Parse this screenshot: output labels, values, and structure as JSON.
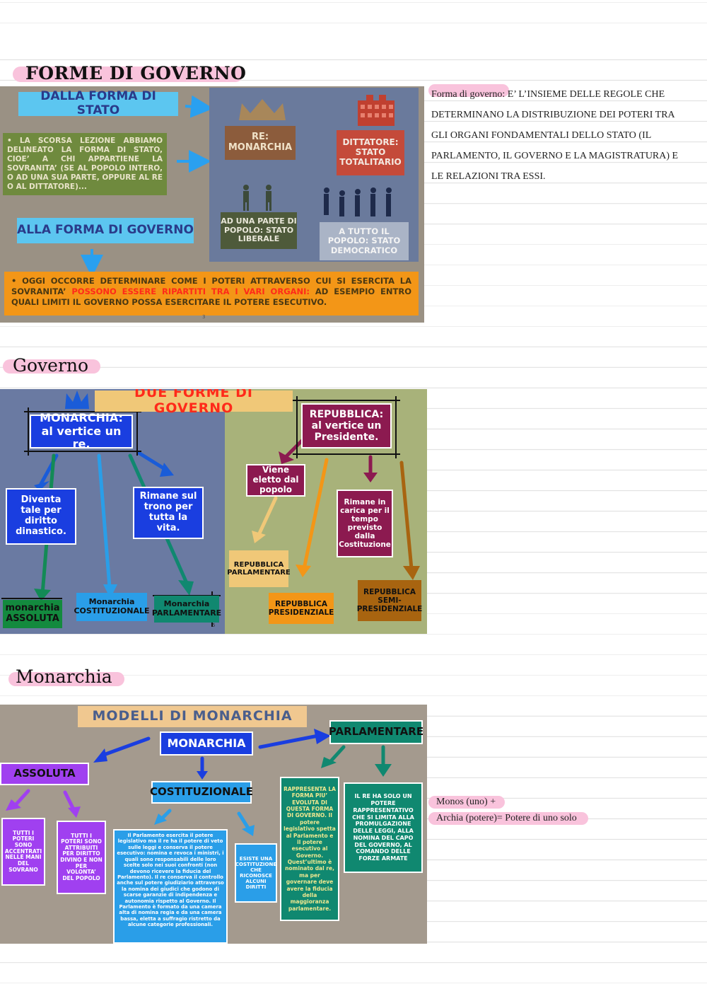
{
  "headings": {
    "h1": "FORME DI GOVERNO",
    "h2": "Governo",
    "h3": "Monarchia"
  },
  "notes": {
    "definition_term": "Forma di governo:",
    "definition_lines": [
      "E’ L’INSIEME DELLE REGOLE CHE",
      "DETERMINANO LA DISTRIBUZIONE DEI POTERI TRA",
      "GLI ORGANI FONDAMENTALI DELLO STATO (IL",
      "PARLAMENTO, IL GOVERNO E LA MAGISTRATURA) E",
      "LE RELAZIONI TRA ESSI."
    ],
    "etym1": "Monos (uno) +",
    "etym2": "Archia (potere)= Potere di uno solo"
  },
  "slide1": {
    "dalla": "DALLA FORMA DI STATO",
    "intro": "• La scorsa lezione abbiamo delineato LA FORMA DI STATO, CIOE’ A CHI APPARTIENE LA SOVRANITA’ (SE AL POPOLO INTERO, O AD UNA SUA PARTE, OPPURE AL RE O AL DITTATORE)...",
    "re": "RE: MONARCHIA",
    "dittatore": "DITTATORE: STATO TOTALITARIO",
    "parte": "AD UNA PARTE DI POPOLO: STATO LIBERALE",
    "tutto": "A TUTTO IL POPOLO: STATO DEMOCRATICO",
    "alla": "ALLA FORMA DI GOVERNO",
    "oggi_a": "• Oggi OCCORRE DETERMINARE COME I POTERI ATTRAVERSO CUI SI ESERCITA LA SOVRANITA’ ",
    "oggi_b": "POSSONO ESSERE RIPARTITI TRA I VARI ORGANI:",
    "oggi_c": " AD ESEMPIO ENTRO QUALI LIMITI IL GOVERNO POSSA ESERCITARE IL POTERE ESECUTIVO.",
    "page": "3"
  },
  "slide2": {
    "title": "DUE FORME DI GOVERNO",
    "monarchia": "MONARCHIA: al vertice un re.",
    "diventa": "Diventa tale per diritto dinastico.",
    "rimane": "Rimane sul trono per tutta la vita.",
    "assoluta": "monarchia ASSOLUTA",
    "costituzionale": "Monarchia COSTITUZIONALE",
    "parlamentare": "Monarchia PARLAMENTARE",
    "repubblica": "REPUBBLICA: al vertice un Presidente.",
    "eletto": "Viene eletto dal popolo",
    "carica": "Rimane in carica per il tempo previsto dalla Costituzione",
    "rep_parl": "REPUBBLICA PARLAMENTARE",
    "rep_pres": "REPUBBLICA PRESIDENZIALE",
    "rep_semi": "REPUBBLICA SEMI-PRESIDENZIALE",
    "page": "5"
  },
  "slide3": {
    "title": "MODELLI DI MONARCHIA",
    "monarchia": "MONARCHIA",
    "assoluta": "ASSOLUTA",
    "costituzionale": "COSTITUZIONALE",
    "parlamentare": "PARLAMENTARE",
    "ass1": "TUTTI I POTERI SONO ACCENTRATI NELLE MANI DEL SOVRANO",
    "ass2": "TUTTI I POTERI SONO ATTRIBUITI PER DIRITTO DIVINO E NON PER VOLONTA’ DEL POPOLO",
    "cost1": "Il Parlamento esercita il potere legislativo ma il re ha il potere di veto sulle leggi e conserva il potere esecutivo: nomina e revoca i ministri, i quali sono responsabili delle loro scelte solo nei suoi confronti (non devono ricevere la fiducia del Parlamento). Il re conserva il controllo anche sul potere giudiziario attraverso la nomina dei giudici che godono di scarse garanzie di indipendenza e autonomia rispetto al Governo. Il Parlamento è formato da una camera alta di nomina regia e da una camera bassa, eletta a suffragio ristretto da alcune categorie professionali.",
    "cost2": "ESISTE UNA COSTITUZIONE CHE RICONOSCE ALCUNI DIRITTI",
    "parl1": "RAPPRESENTA LA FORMA PIU’ EVOLUTA DI QUESTA FORMA DI GOVERNO. Il potere legislativo spetta al Parlamento e il potere esecutivo al Governo. Quest’ultimo è nominato dal re, ma per governare deve avere la fiducia della maggioranza parlamentare.",
    "parl2": "IL RE HA SOLO UN POTERE RAPPRESENTATIVO CHE SI LIMITA ALLA PROMULGAZIONE DELLE LEGGI, ALLA NOMINA DEL CAPO DEL GOVERNO, AL COMANDO DELLE FORZE ARMATE"
  },
  "colors": {
    "highlight": "#f9c3dc",
    "slide1_bg": "#9a9184",
    "slide1_panel": "#6a7a9c",
    "slide2_left": "#6a7aa2",
    "slide2_right": "#a8b27a",
    "slide3_bg": "#a49a8e",
    "red_text": "#ff2a1a"
  }
}
